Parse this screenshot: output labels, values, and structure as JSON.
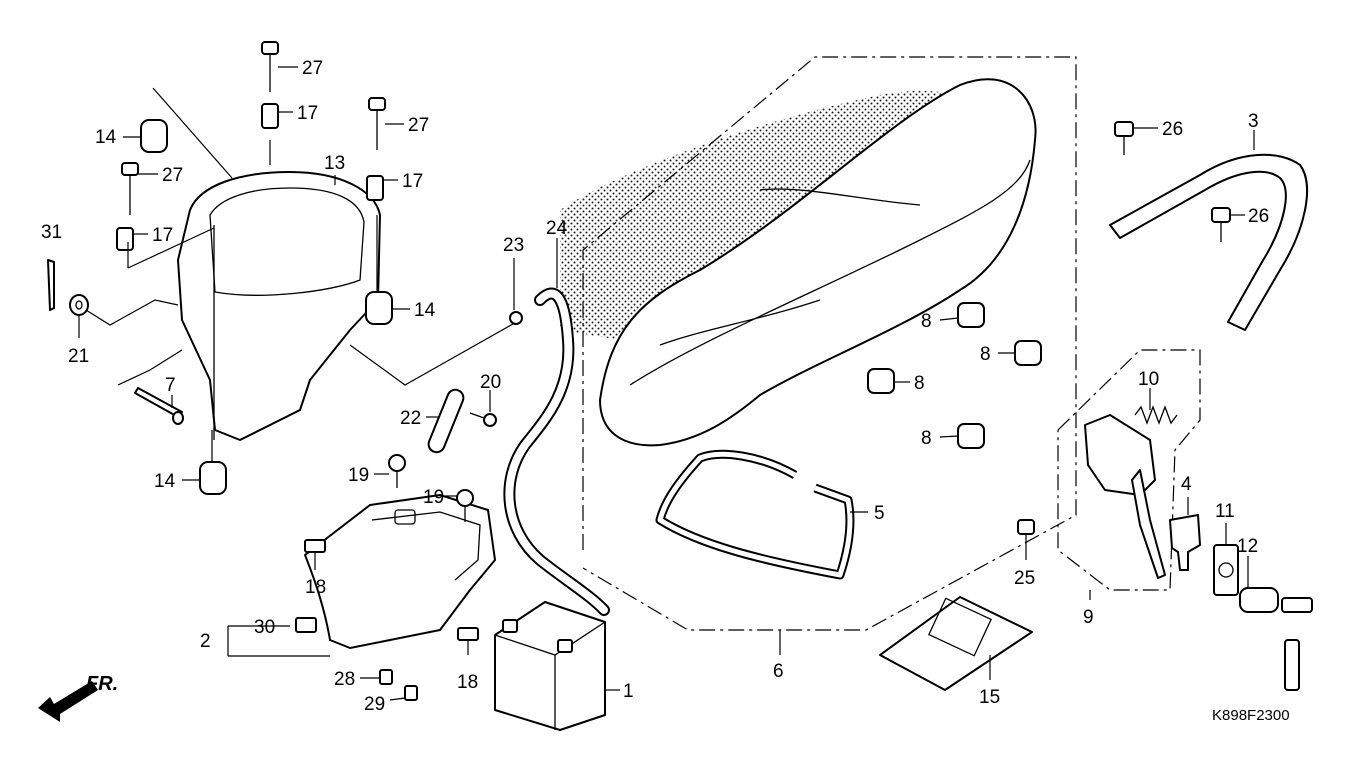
{
  "diagram": {
    "drawing_code": "K898F2300",
    "front_marker": "FR.",
    "callouts": {
      "c1": "1",
      "c2": "2",
      "c3": "3",
      "c4": "4",
      "c5": "5",
      "c6": "6",
      "c7": "7",
      "c8": "8",
      "c9": "9",
      "c10": "10",
      "c11": "11",
      "c12": "12",
      "c13": "13",
      "c14": "14",
      "c15": "15",
      "c17": "17",
      "c18": "18",
      "c19": "19",
      "c20": "20",
      "c21": "21",
      "c22": "22",
      "c23": "23",
      "c24": "24",
      "c25": "25",
      "c26": "26",
      "c27": "27",
      "c28": "28",
      "c29": "29",
      "c30": "30",
      "c31": "31"
    }
  }
}
